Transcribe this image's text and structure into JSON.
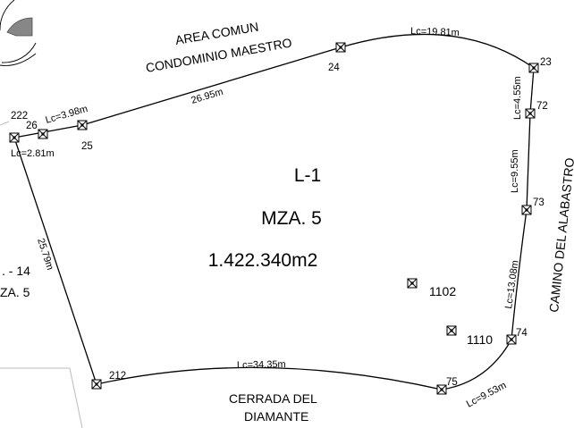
{
  "lot": {
    "lot": "L-1",
    "block": "MZA. 5",
    "area": "1.422.340m2"
  },
  "neighbor": {
    "lot": ". - 14",
    "block": "ZA. 5"
  },
  "streets": {
    "north_line1": "AREA COMUN",
    "north_line2": "CONDOMINIO MAESTRO",
    "east": "CAMINO DEL ALABASTRO",
    "south_line1": "CERRADA DEL",
    "south_line2": "DIAMANTE"
  },
  "points": {
    "p222": "222",
    "p26": "26",
    "p25": "25",
    "p24": "24",
    "p23": "23",
    "p72": "72",
    "p73": "73",
    "p74": "74",
    "p75": "75",
    "p212": "212",
    "p1102": "1102",
    "p1110": "1110"
  },
  "measures": {
    "lc_24_23": "Lc=19.81m",
    "d_25_24": "26.95m",
    "lc_26_25": "Lc=3.98m",
    "lc_222_26": "Lc=2.81m",
    "lc_23_72": "Lc=4.55m",
    "lc_72_73": "Lc=9.55m",
    "lc_73_74": "Lc=13.08m",
    "lc_74_75": "Lc=9.53m",
    "lc_75_212": "Lc=34.35m",
    "d_222_212": "25.79m"
  }
}
